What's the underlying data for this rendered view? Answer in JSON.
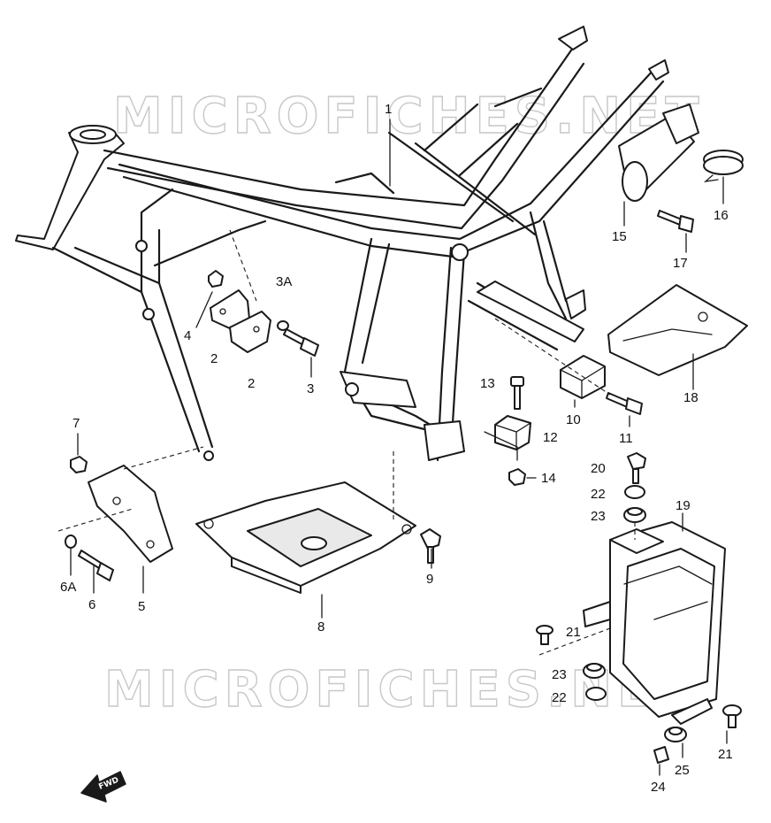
{
  "watermark": {
    "text": "MICROFICHES.NET"
  },
  "direction_badge": {
    "text": "FWD",
    "icon": "forward-arrow-icon"
  },
  "labels": {
    "p1": "1",
    "p2a": "2",
    "p2b": "2",
    "p3": "3",
    "p3a": "3A",
    "p4": "4",
    "p5": "5",
    "p6": "6",
    "p6a": "6A",
    "p7": "7",
    "p8": "8",
    "p9": "9",
    "p10": "10",
    "p11": "11",
    "p12": "12",
    "p13": "13",
    "p14": "14",
    "p15": "15",
    "p16": "16",
    "p17": "17",
    "p18": "18",
    "p19": "19",
    "p20": "20",
    "p21a": "21",
    "p21b": "21",
    "p22a": "22",
    "p22b": "22",
    "p23a": "23",
    "p23b": "23",
    "p24": "24",
    "p25": "25"
  }
}
